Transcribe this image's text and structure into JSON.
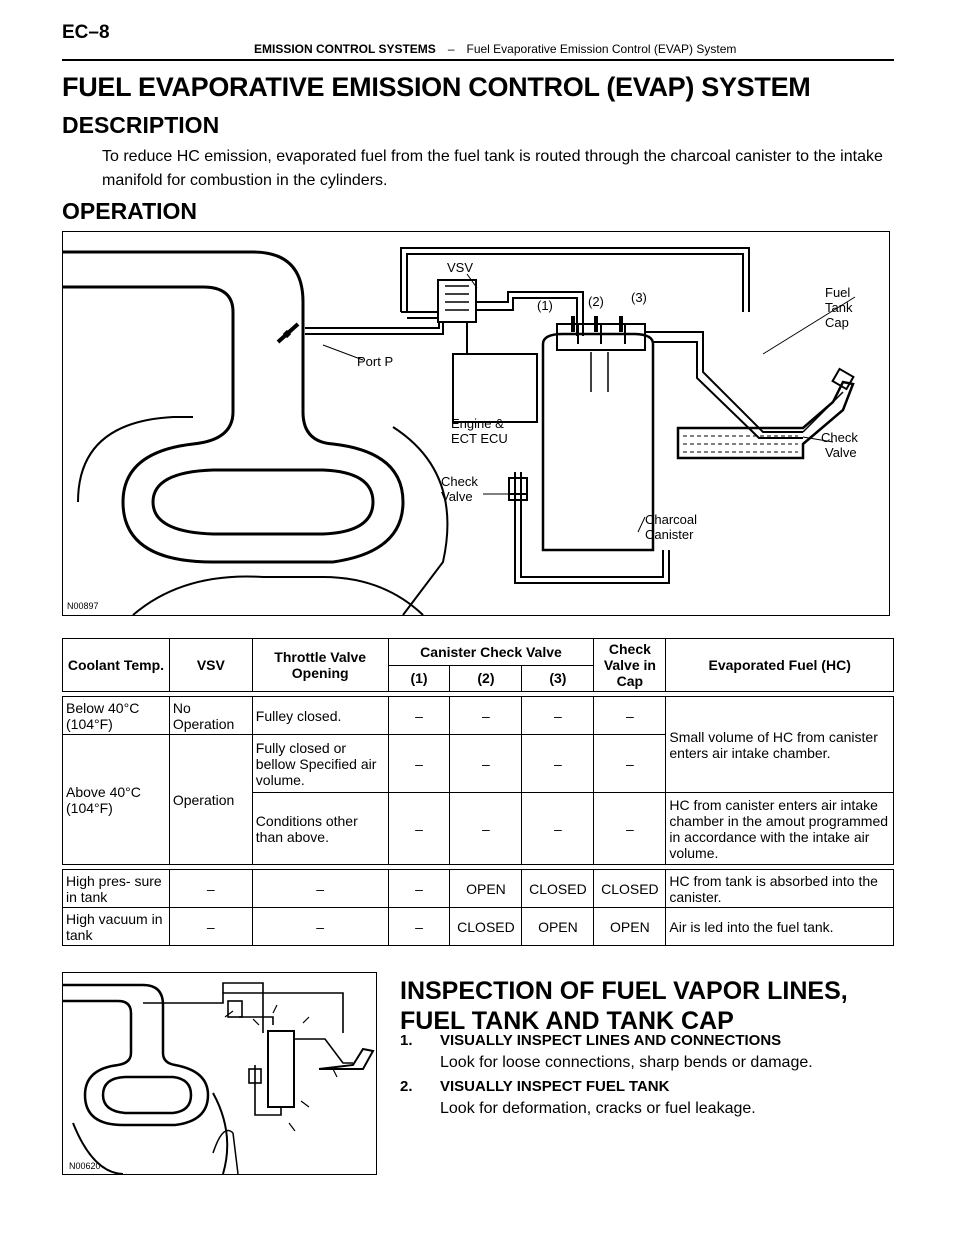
{
  "header": {
    "page_label": "EC–8",
    "section": "EMISSION CONTROL SYSTEMS",
    "separator": "–",
    "subsection": "Fuel Evaporative Emission Control (EVAP) System"
  },
  "title": "FUEL EVAPORATIVE EMISSION CONTROL (EVAP) SYSTEM",
  "description": {
    "heading": "DESCRIPTION",
    "text": "To reduce HC emission, evaporated fuel from the fuel tank is routed through the charcoal canister to the intake manifold for combustion in the cylinders."
  },
  "operation": {
    "heading": "OPERATION",
    "figure": {
      "code": "N00897",
      "labels": {
        "vsv": "VSV",
        "port1": "(1)",
        "port2": "(2)",
        "port3": "(3)",
        "fuel_tank_cap": [
          "Fuel",
          "Tank",
          "Cap"
        ],
        "port_p": "Port P",
        "ecu": [
          "Engine &",
          "ECT ECU"
        ],
        "check_valve_left": [
          "Check",
          "Valve"
        ],
        "check_valve_right": [
          "Check",
          "Valve"
        ],
        "charcoal_canister": [
          "Charcoal",
          "Canister"
        ]
      }
    },
    "table": {
      "headers": {
        "coolant": "Coolant Temp.",
        "vsv": "VSV",
        "throttle": "Throttle Valve Opening",
        "canister": "Canister Check Valve",
        "c1": "(1)",
        "c2": "(2)",
        "c3": "(3)",
        "cap": "Check Valve in Cap",
        "hc": "Evaporated Fuel (HC)"
      },
      "rows": {
        "below_temp": "Below 40°C (104°F)",
        "no_operation": "No Operation",
        "fulley_closed": "Fulley closed.",
        "small_volume": "Small volume of HC from canister enters air intake chamber.",
        "above_temp": "Above 40°C (104°F)",
        "operation": "Operation",
        "fully_closed_or": "Fully closed or bellow Specified air volume.",
        "conditions_other": "Conditions other than above.",
        "hc_programmed": "HC from canister enters air intake chamber in the amout programmed in accordance with the intake air volume.",
        "high_pressure": "High pres- sure in tank",
        "hc_absorbed": "HC from tank is absorbed into the canister.",
        "high_vacuum": "High vacuum in tank",
        "air_led": "Air is led into the fuel tank.",
        "dash": "–",
        "open": "OPEN",
        "closed": "CLOSED"
      }
    }
  },
  "inspection": {
    "title_line1": "INSPECTION OF FUEL VAPOR LINES,",
    "title_line2": "FUEL TANK AND TANK CAP",
    "figure_code": "N00620",
    "steps": [
      {
        "num": "1.",
        "title": "VISUALLY INSPECT LINES AND CONNECTIONS",
        "detail": "Look for loose connections, sharp bends or damage."
      },
      {
        "num": "2.",
        "title": "VISUALLY INSPECT FUEL TANK",
        "detail": "Look for deformation, cracks or fuel leakage."
      }
    ]
  }
}
